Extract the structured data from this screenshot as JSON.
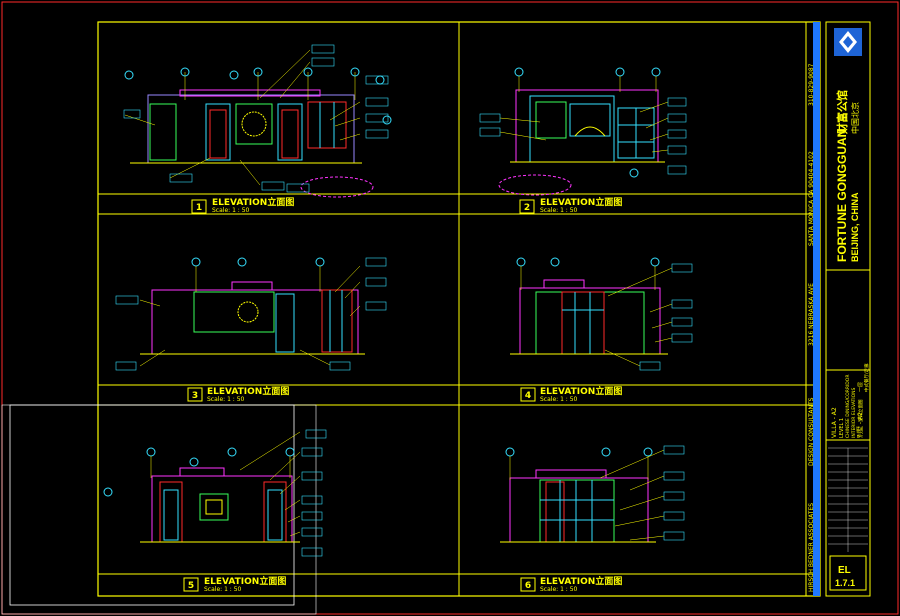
{
  "sheet": {
    "views": [
      {
        "number": "1",
        "title": "ELEVATION立面图",
        "scale": "Scale: 1 : 50"
      },
      {
        "number": "2",
        "title": "ELEVATION立面图",
        "scale": "Scale: 1 : 50"
      },
      {
        "number": "3",
        "title": "ELEVATION立面图",
        "scale": "Scale: 1 : 50"
      },
      {
        "number": "4",
        "title": "ELEVATION立面图",
        "scale": "Scale: 1 : 50"
      },
      {
        "number": "5",
        "title": "ELEVATION立面图",
        "scale": "Scale: 1 : 50"
      },
      {
        "number": "6",
        "title": "ELEVATION立面图",
        "scale": "Scale: 1 : 50"
      }
    ],
    "side_text": {
      "firm": "HIRSCH BEDNER ASSOCIATES",
      "consultants": "DESIGN CONSULTANTS",
      "address": "3216 NEBRASKA AVE",
      "city": "SANTA MONICA CA 90404-4102",
      "phone": "310-829-9087"
    },
    "title_block": {
      "project": "FORTUNE GONGGUAN",
      "location": "BEIJING, CHINA",
      "project_cn": "财富公馆",
      "location_cn": "中国北京",
      "villa": "VILLA - A2",
      "level": "LEVEL 1",
      "desc1": "CHINESE DINING/CORRIDOR",
      "desc2": "INTERIOR ELEVATIONS",
      "villa_cn": "别墅 - A2",
      "level_cn": "一层",
      "desc_cn": "中式餐厅/走廊",
      "desc2_cn": "室内立面图",
      "sheet_no": "EL",
      "sheet_sub": "1.7.1"
    }
  }
}
